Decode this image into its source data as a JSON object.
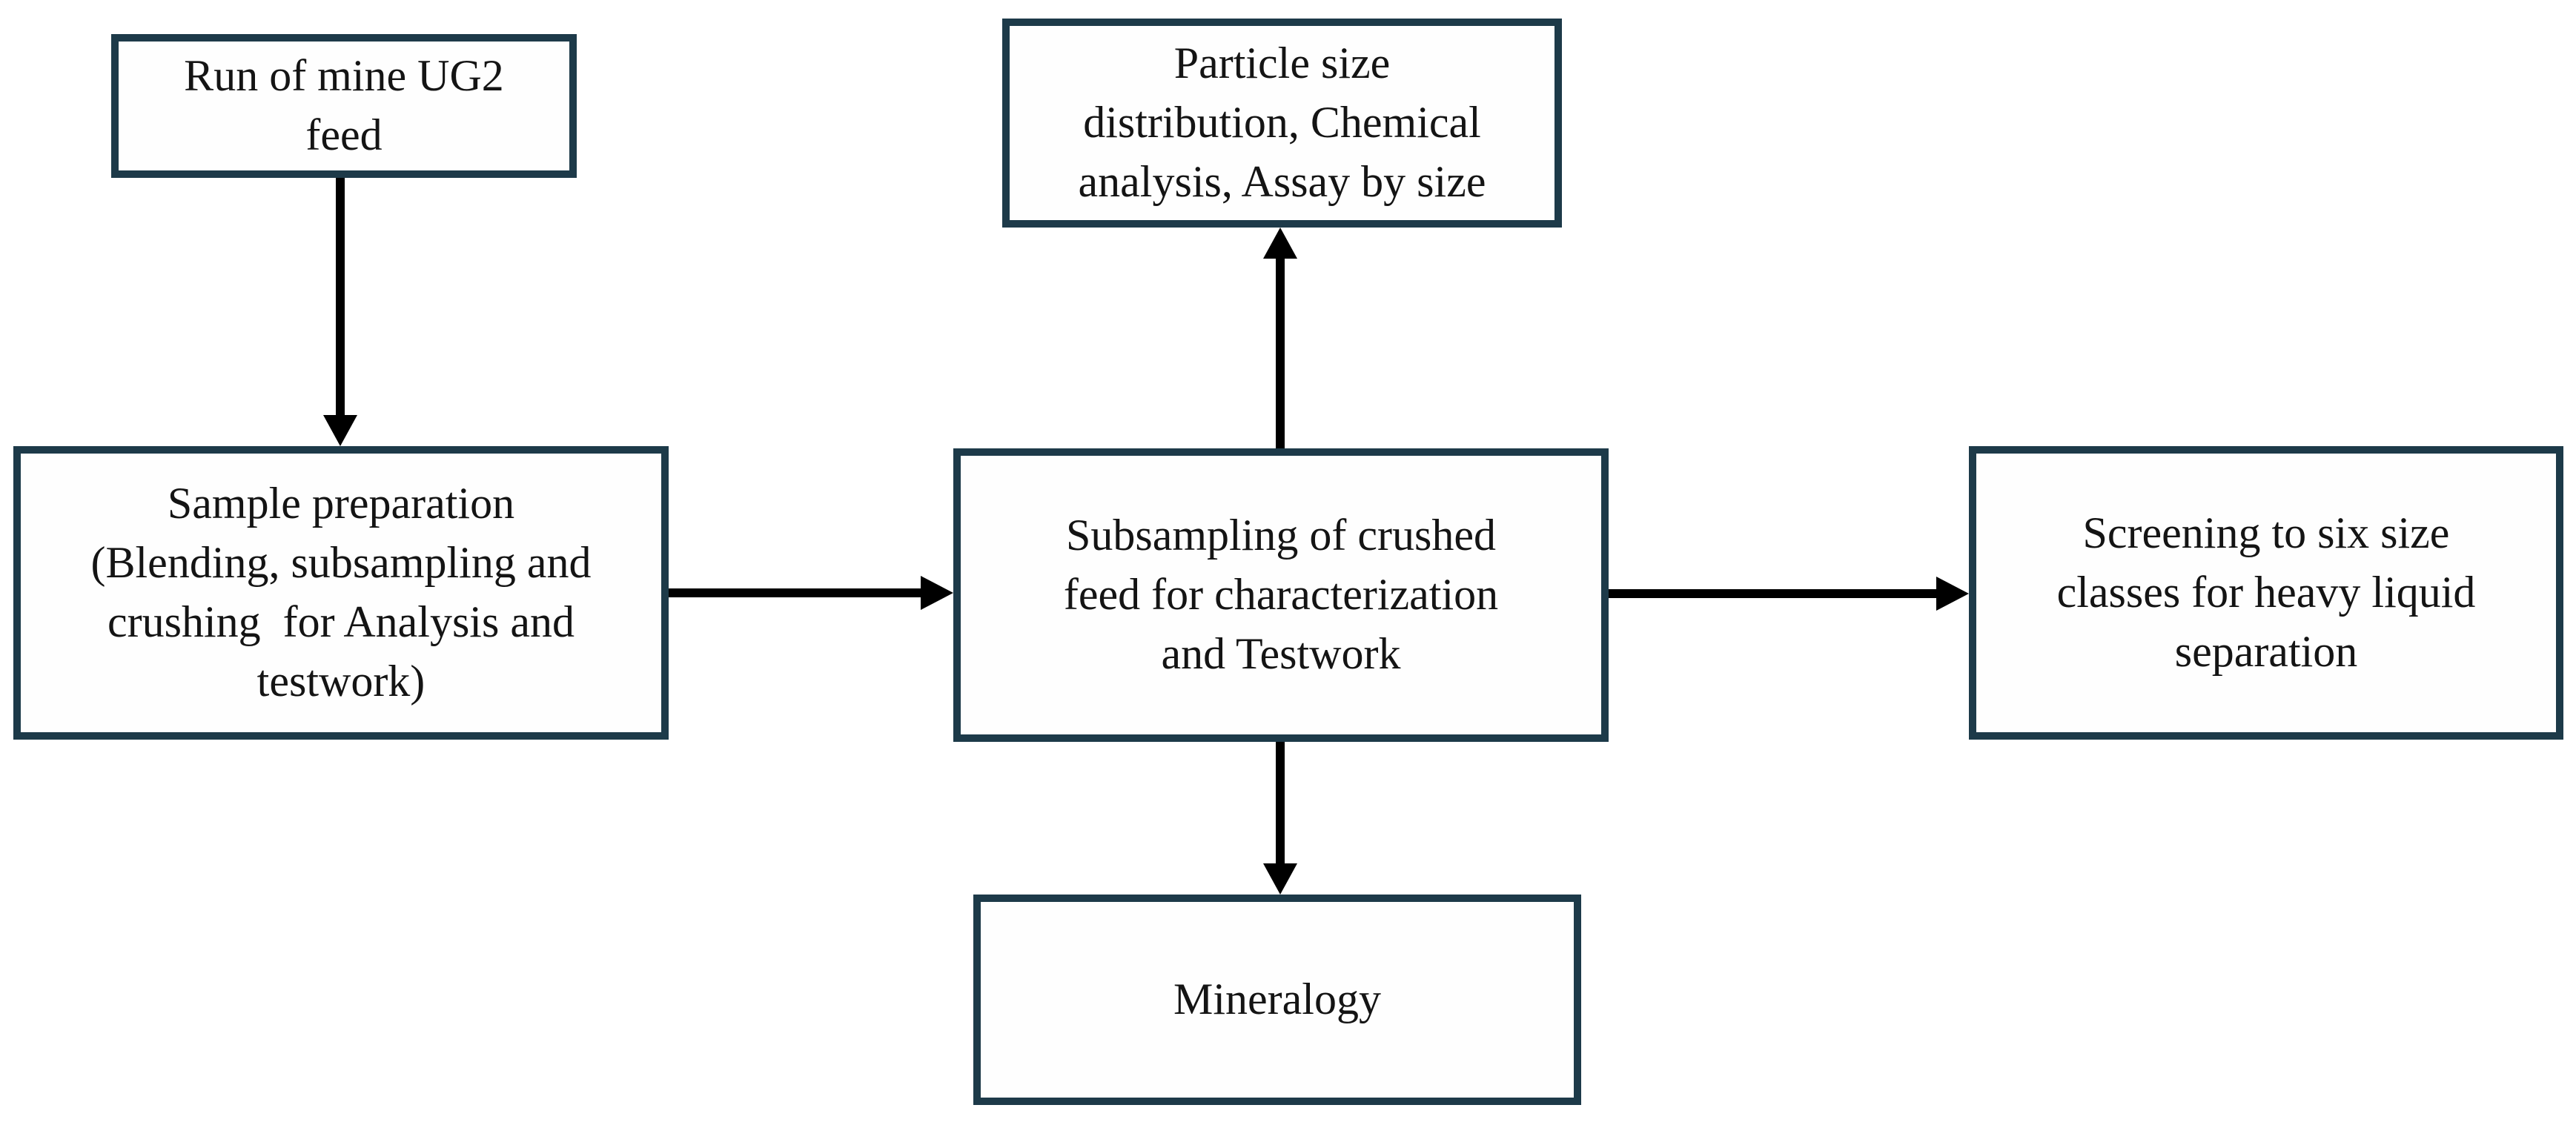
{
  "figure": {
    "type": "flowchart",
    "colors": {
      "box_border": "#1d3a49",
      "box_fill": "#fefefe",
      "arrow": "#000000",
      "text": "#141414",
      "background": "#ffffff"
    },
    "nodes": {
      "run_of_mine": {
        "label": "Run of mine UG2\nfeed"
      },
      "sample_preparation": {
        "label": "Sample preparation\n(Blending, subsampling and\ncrushing  for Analysis and\ntestwork)"
      },
      "subsampling": {
        "label": "Subsampling of crushed\nfeed for characterization\nand Testwork"
      },
      "particle_size": {
        "label": "Particle size\ndistribution, Chemical\nanalysis, Assay by size"
      },
      "screening": {
        "label": "Screening to six size\nclasses for heavy liquid\nseparation"
      },
      "mineralogy": {
        "label": "Mineralogy"
      }
    },
    "edges": [
      {
        "from": "run_of_mine",
        "to": "sample_preparation",
        "direction": "down"
      },
      {
        "from": "sample_preparation",
        "to": "subsampling",
        "direction": "right"
      },
      {
        "from": "subsampling",
        "to": "particle_size",
        "direction": "up"
      },
      {
        "from": "subsampling",
        "to": "screening",
        "direction": "right"
      },
      {
        "from": "subsampling",
        "to": "mineralogy",
        "direction": "down"
      }
    ]
  }
}
